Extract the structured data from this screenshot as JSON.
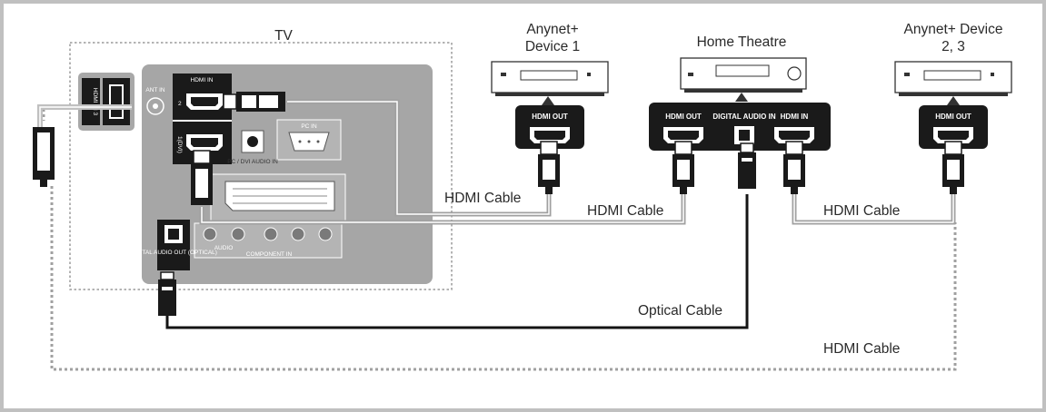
{
  "tv": {
    "label": "TV",
    "ports": {
      "hdmi_in": "HDMI IN",
      "hdmi_side": "HDMI IN 3",
      "ant_in": "ANT IN",
      "pc_in": "PC IN",
      "pc_dvi_audio_in": "PC / DVI AUDIO IN",
      "digital_audio_out": "DIGITAL AUDIO OUT (OPTICAL)",
      "audio": "AUDIO",
      "component_in": "COMPONENT IN"
    }
  },
  "devices": {
    "anynet_device_1": {
      "line1": "Anynet+",
      "line2": "Device 1",
      "port": "HDMI OUT"
    },
    "home_theatre": {
      "label": "Home Theatre",
      "port_hdmi_out": "HDMI OUT",
      "port_digital_audio_in": "DIGITAL AUDIO IN",
      "port_hdmi_in": "HDMI IN"
    },
    "anynet_device_23": {
      "line1": "Anynet+ Device",
      "line2": "2, 3",
      "port": "HDMI OUT"
    }
  },
  "cables": {
    "hdmi_1": "HDMI Cable",
    "hdmi_2": "HDMI Cable",
    "hdmi_3": "HDMI Cable",
    "optical": "Optical Cable",
    "hdmi_4": "HDMI Cable"
  },
  "colors": {
    "frame": "#bfbfbf",
    "tv_panel": "#a6a6a6",
    "cable_gray": "#a0a0a0",
    "optical_black": "#141414",
    "port_black": "#1a1a1a"
  }
}
